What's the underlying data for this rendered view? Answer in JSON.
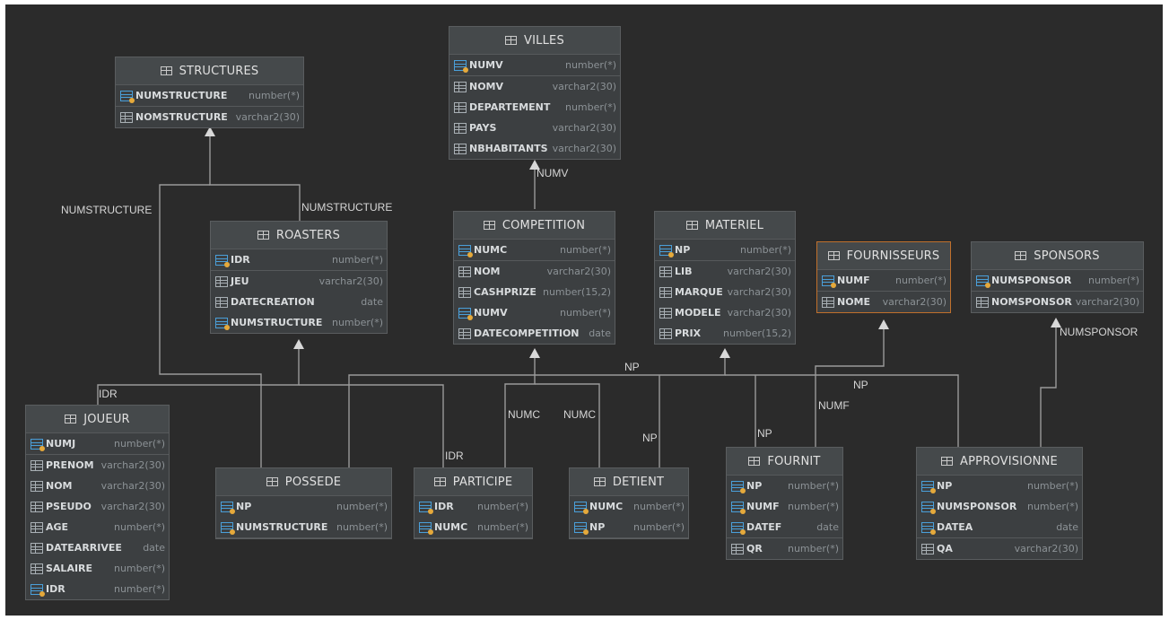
{
  "tables": {
    "structures": {
      "name": "STRUCTURES",
      "columns": [
        {
          "name": "NUMSTRUCTURE",
          "type": "number(*)",
          "key": "pk"
        },
        {
          "name": "NOMSTRUCTURE",
          "type": "varchar2(30)",
          "key": "none"
        }
      ]
    },
    "villes": {
      "name": "VILLES",
      "columns": [
        {
          "name": "NUMV",
          "type": "number(*)",
          "key": "pk"
        },
        {
          "name": "NOMV",
          "type": "varchar2(30)",
          "key": "none"
        },
        {
          "name": "DEPARTEMENT",
          "type": "number(*)",
          "key": "none"
        },
        {
          "name": "PAYS",
          "type": "varchar2(30)",
          "key": "none"
        },
        {
          "name": "NBHABITANTS",
          "type": "varchar2(30)",
          "key": "none"
        }
      ]
    },
    "roasters": {
      "name": "ROASTERS",
      "columns": [
        {
          "name": "IDR",
          "type": "number(*)",
          "key": "pk"
        },
        {
          "name": "JEU",
          "type": "varchar2(30)",
          "key": "none"
        },
        {
          "name": "DATECREATION",
          "type": "date",
          "key": "none"
        },
        {
          "name": "NUMSTRUCTURE",
          "type": "number(*)",
          "key": "fk"
        }
      ]
    },
    "competition": {
      "name": "COMPETITION",
      "columns": [
        {
          "name": "NUMC",
          "type": "number(*)",
          "key": "pk"
        },
        {
          "name": "NOM",
          "type": "varchar2(30)",
          "key": "none"
        },
        {
          "name": "CASHPRIZE",
          "type": "number(15,2)",
          "key": "none"
        },
        {
          "name": "NUMV",
          "type": "number(*)",
          "key": "fk"
        },
        {
          "name": "DATECOMPETITION",
          "type": "date",
          "key": "none"
        }
      ]
    },
    "materiel": {
      "name": "MATERIEL",
      "columns": [
        {
          "name": "NP",
          "type": "number(*)",
          "key": "pk"
        },
        {
          "name": "LIB",
          "type": "varchar2(30)",
          "key": "none"
        },
        {
          "name": "MARQUE",
          "type": "varchar2(30)",
          "key": "none"
        },
        {
          "name": "MODELE",
          "type": "varchar2(30)",
          "key": "none"
        },
        {
          "name": "PRIX",
          "type": "number(15,2)",
          "key": "none"
        }
      ]
    },
    "fournisseurs": {
      "name": "FOURNISSEURS",
      "columns": [
        {
          "name": "NUMF",
          "type": "number(*)",
          "key": "pk"
        },
        {
          "name": "NOME",
          "type": "varchar2(30)",
          "key": "none"
        }
      ]
    },
    "sponsors": {
      "name": "SPONSORS",
      "columns": [
        {
          "name": "NUMSPONSOR",
          "type": "number(*)",
          "key": "pk"
        },
        {
          "name": "NOMSPONSOR",
          "type": "varchar2(30)",
          "key": "none"
        }
      ]
    },
    "joueur": {
      "name": "JOUEUR",
      "columns": [
        {
          "name": "NUMJ",
          "type": "number(*)",
          "key": "pk"
        },
        {
          "name": "PRENOM",
          "type": "varchar2(30)",
          "key": "none"
        },
        {
          "name": "NOM",
          "type": "varchar2(30)",
          "key": "none"
        },
        {
          "name": "PSEUDO",
          "type": "varchar2(30)",
          "key": "none"
        },
        {
          "name": "AGE",
          "type": "number(*)",
          "key": "none"
        },
        {
          "name": "DATEARRIVEE",
          "type": "date",
          "key": "none"
        },
        {
          "name": "SALAIRE",
          "type": "number(*)",
          "key": "none"
        },
        {
          "name": "IDR",
          "type": "number(*)",
          "key": "fk"
        }
      ]
    },
    "possede": {
      "name": "POSSEDE",
      "columns": [
        {
          "name": "NP",
          "type": "number(*)",
          "key": "pk"
        },
        {
          "name": "NUMSTRUCTURE",
          "type": "number(*)",
          "key": "pk"
        }
      ]
    },
    "participe": {
      "name": "PARTICIPE",
      "columns": [
        {
          "name": "IDR",
          "type": "number(*)",
          "key": "pk"
        },
        {
          "name": "NUMC",
          "type": "number(*)",
          "key": "pk"
        }
      ]
    },
    "detient": {
      "name": "DETIENT",
      "columns": [
        {
          "name": "NUMC",
          "type": "number(*)",
          "key": "pk"
        },
        {
          "name": "NP",
          "type": "number(*)",
          "key": "pk"
        }
      ]
    },
    "fournit": {
      "name": "FOURNIT",
      "columns": [
        {
          "name": "NP",
          "type": "number(*)",
          "key": "pk"
        },
        {
          "name": "NUMF",
          "type": "number(*)",
          "key": "pk"
        },
        {
          "name": "DATEF",
          "type": "date",
          "key": "pk"
        },
        {
          "name": "QR",
          "type": "number(*)",
          "key": "none"
        }
      ]
    },
    "approvisionne": {
      "name": "APPROVISIONNE",
      "columns": [
        {
          "name": "NP",
          "type": "number(*)",
          "key": "pk"
        },
        {
          "name": "NUMSPONSOR",
          "type": "number(*)",
          "key": "pk"
        },
        {
          "name": "DATEA",
          "type": "date",
          "key": "pk"
        },
        {
          "name": "QA",
          "type": "varchar2(30)",
          "key": "none"
        }
      ]
    }
  },
  "relations": [
    {
      "id": "r1",
      "label": "NUMSTRUCTURE"
    },
    {
      "id": "r2",
      "label": "NUMSTRUCTURE"
    },
    {
      "id": "r3",
      "label": "NUMV"
    },
    {
      "id": "r4",
      "label": "IDR"
    },
    {
      "id": "r5",
      "label": "IDR"
    },
    {
      "id": "r6",
      "label": "NUMC"
    },
    {
      "id": "r7",
      "label": "NUMC"
    },
    {
      "id": "r8",
      "label": "NP"
    },
    {
      "id": "r9",
      "label": "NP"
    },
    {
      "id": "r10",
      "label": "NP"
    },
    {
      "id": "r11",
      "label": "NP"
    },
    {
      "id": "r12",
      "label": "NUMF"
    },
    {
      "id": "r13",
      "label": "NUMSPONSOR"
    }
  ],
  "icons": {
    "table": "table-icon",
    "column": "column-icon",
    "key": "key-icon"
  }
}
